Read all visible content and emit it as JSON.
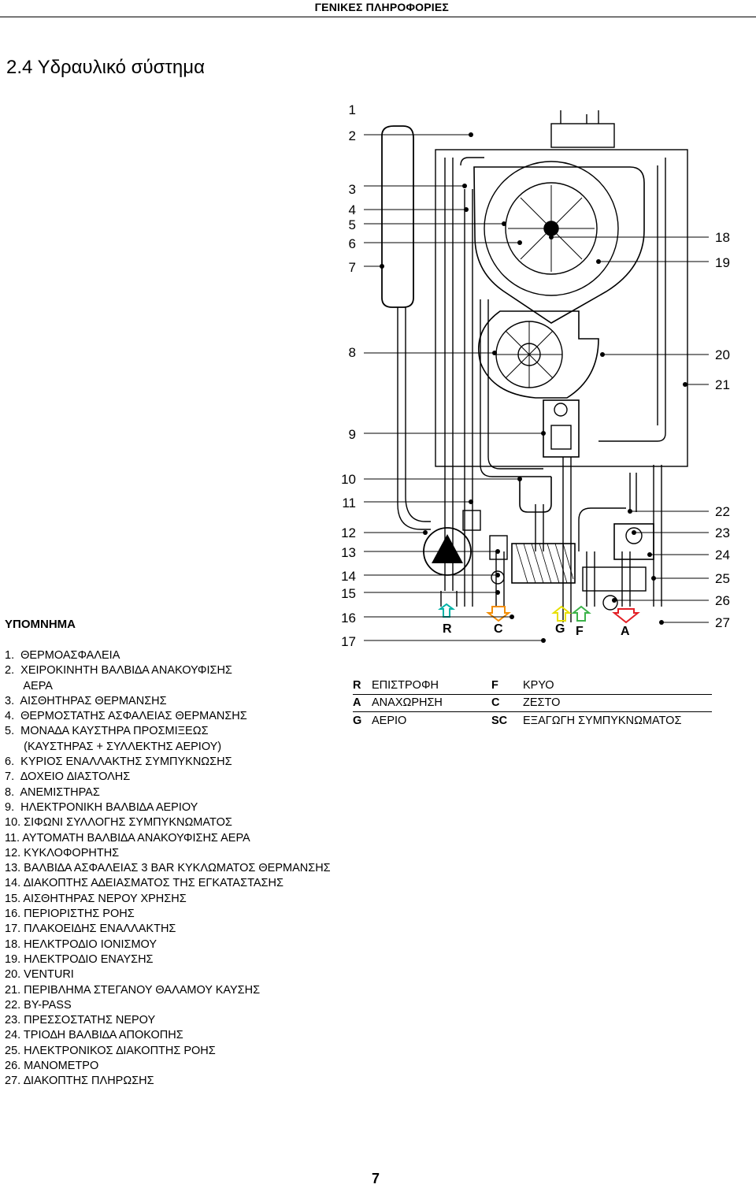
{
  "header": {
    "title": "ΓΕΝΙΚΕΣ ΠΛΗΡΟΦΟΡΙΕΣ"
  },
  "section_title": "2.4 Υδραυλικό σύστημα",
  "callouts_left": [
    "1",
    "2",
    "3",
    "4",
    "5",
    "6",
    "7",
    "8",
    "9",
    "10",
    "11",
    "12",
    "13",
    "14",
    "15",
    "16",
    "17"
  ],
  "callouts_right": [
    "18",
    "19",
    "20",
    "21",
    "22",
    "23",
    "24",
    "25",
    "26",
    "27"
  ],
  "connections": {
    "r": "R",
    "c": "C",
    "g": "G",
    "f": "F",
    "a": "A"
  },
  "connection_colors": {
    "r": "#00b3a7",
    "c": "#f28c00",
    "g": "#e8e000",
    "f": "#3cb34a",
    "a": "#e31e24"
  },
  "key": {
    "r_code": "R",
    "r_text": "ΕΠΙΣΤΡΟΦΗ",
    "f_code": "F",
    "f_text": "ΚΡΥΟ",
    "a_code": "A",
    "a_text": "ΑΝΑΧΩΡΗΣΗ",
    "c_code": "C",
    "c_text": "ΖΕΣΤΟ",
    "g_code": "G",
    "g_text": "ΑΕΡΙΟ",
    "sc_code": "SC",
    "sc_text": "ΕΞΑΓΩΓΗ ΣΥΜΠΥΚΝΩΜΑΤΟΣ"
  },
  "legend": {
    "title": "ΥΠΟΜΝΗΜΑ",
    "items": [
      "1.  ΘΕΡΜΟΑΣΦΑΛΕΙΑ",
      "2.  ΧΕΙΡΟΚΙΝΗΤΗ ΒΑΛΒΙ∆Α ΑΝΑΚΟΥΦΙΣΗΣ",
      "      ΑΕΡΑ",
      "3.  ΑΙΣΘΗΤΗΡΑΣ ΘΕΡΜΑΝΣΗΣ",
      "4.  ΘΕΡΜΟΣΤΑΤΗΣ ΑΣΦΑΛΕΙΑΣ ΘΕΡΜΑΝΣΗΣ",
      "5.  ΜΟΝΑ∆Α ΚΑΥΣΤΗΡΑ ΠΡΟΣΜΙΞΕΩΣ",
      "      (ΚΑΥΣΤΗΡΑΣ + ΣΥΛΛΕΚΤΗΣ ΑΕΡΙΟΥ)",
      "6.  ΚΥΡΙΟΣ ΕΝΑΛΛΑΚΤΗΣ ΣΥΜΠΥΚΝΩΣΗΣ",
      "7.  ∆ΟΧΕΙΟ ∆ΙΑΣΤΟΛΗΣ",
      "8.  ΑΝΕΜΙΣΤΗΡΑΣ",
      "9.  ΗΛΕΚΤΡΟΝΙΚΗ ΒΑΛΒΙ∆Α ΑΕΡΙΟΥ",
      "10. ΣΙΦΩΝΙ ΣΥΛΛΟΓΗΣ ΣΥΜΠΥΚΝΩΜΑΤΟΣ",
      "11. ΑΥΤΟΜΑΤΗ ΒΑΛΒΙ∆Α ΑΝΑΚΟΥΦΙΣΗΣ ΑΕΡΑ",
      "12. ΚΥΚΛΟΦΟΡΗΤΗΣ",
      "13. ΒΑΛΒΙ∆Α ΑΣΦΑΛΕΙΑΣ 3 BAR ΚΥΚΛΩΜΑΤΟΣ ΘΕΡΜΑΝΣΗΣ",
      "14. ∆ΙΑΚΟΠΤΗΣ Α∆ΕΙΑΣΜΑΤΟΣ ΤΗΣ ΕΓΚΑΤΑΣΤΑΣΗΣ",
      "15. ΑΙΣΘΗΤΗΡΑΣ ΝΕΡΟΥ ΧΡΗΣΗΣ",
      "16. ΠΕΡΙΟΡΙΣΤΗΣ ΡΟΗΣ",
      "17. ΠΛΑΚΟΕΙ∆ΗΣ ΕΝΑΛΛΑΚΤΗΣ",
      "18. ΗΕΛΚΤΡΟ∆ΙΟ ΙΟΝΙΣΜΟΥ",
      "19. ΗΛΕΚΤΡΟ∆ΙΟ ΕΝΑΥΣΗΣ",
      "20. VENTURI",
      "21. ΠΕΡΙΒΛΗΜΑ ΣΤΕΓΑΝΟΥ ΘΑΛΑΜΟΥ ΚΑΥΣΗΣ",
      "22. BY-PASS",
      "23. ΠΡΕΣΣΟΣΤΑΤΗΣ ΝΕΡΟΥ",
      "24. ΤΡΙΟ∆Η ΒΑΛΒΙ∆Α ΑΠΟΚΟΠΗΣ",
      "25. ΗΛΕΚΤΡΟΝΙΚΟΣ ∆ΙΑΚΟΠΤΗΣ ΡΟΗΣ",
      "26. ΜΑΝΟΜΕΤΡΟ",
      "27. ∆ΙΑΚΟΠΤΗΣ ΠΛΗΡΩΣΗΣ"
    ]
  },
  "page_number": "7"
}
